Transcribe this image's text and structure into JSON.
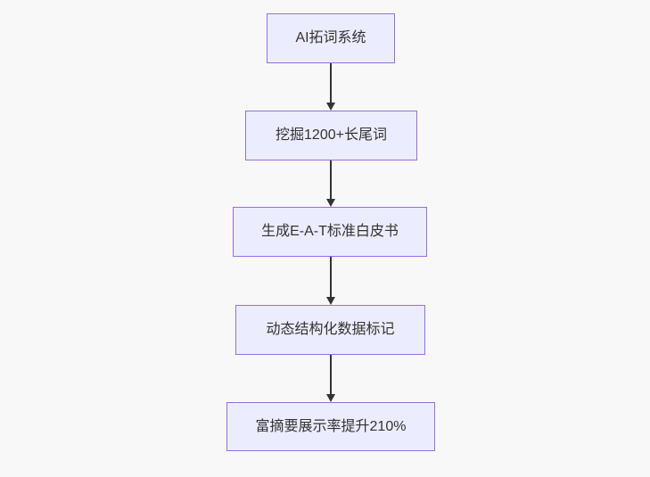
{
  "diagram": {
    "type": "flowchart",
    "direction": "top-down",
    "nodes": [
      {
        "id": "A",
        "label": "AI拓词系统"
      },
      {
        "id": "B",
        "label": "挖掘1200+长尾词"
      },
      {
        "id": "C",
        "label": "生成E-A-T标准白皮书"
      },
      {
        "id": "D",
        "label": "动态结构化数据标记"
      },
      {
        "id": "E",
        "label": "富摘要展示率提升210%"
      }
    ],
    "edges": [
      {
        "from": "A",
        "to": "B",
        "style": "arrow-down"
      },
      {
        "from": "B",
        "to": "C",
        "style": "arrow-down"
      },
      {
        "from": "C",
        "to": "D",
        "style": "arrow-down"
      },
      {
        "from": "D",
        "to": "E",
        "style": "arrow-down"
      }
    ],
    "colors": {
      "node_fill": "#ececff",
      "node_border": "#9370db",
      "arrow": "#333333",
      "text": "#333333",
      "background": "#f9f8f8"
    }
  }
}
